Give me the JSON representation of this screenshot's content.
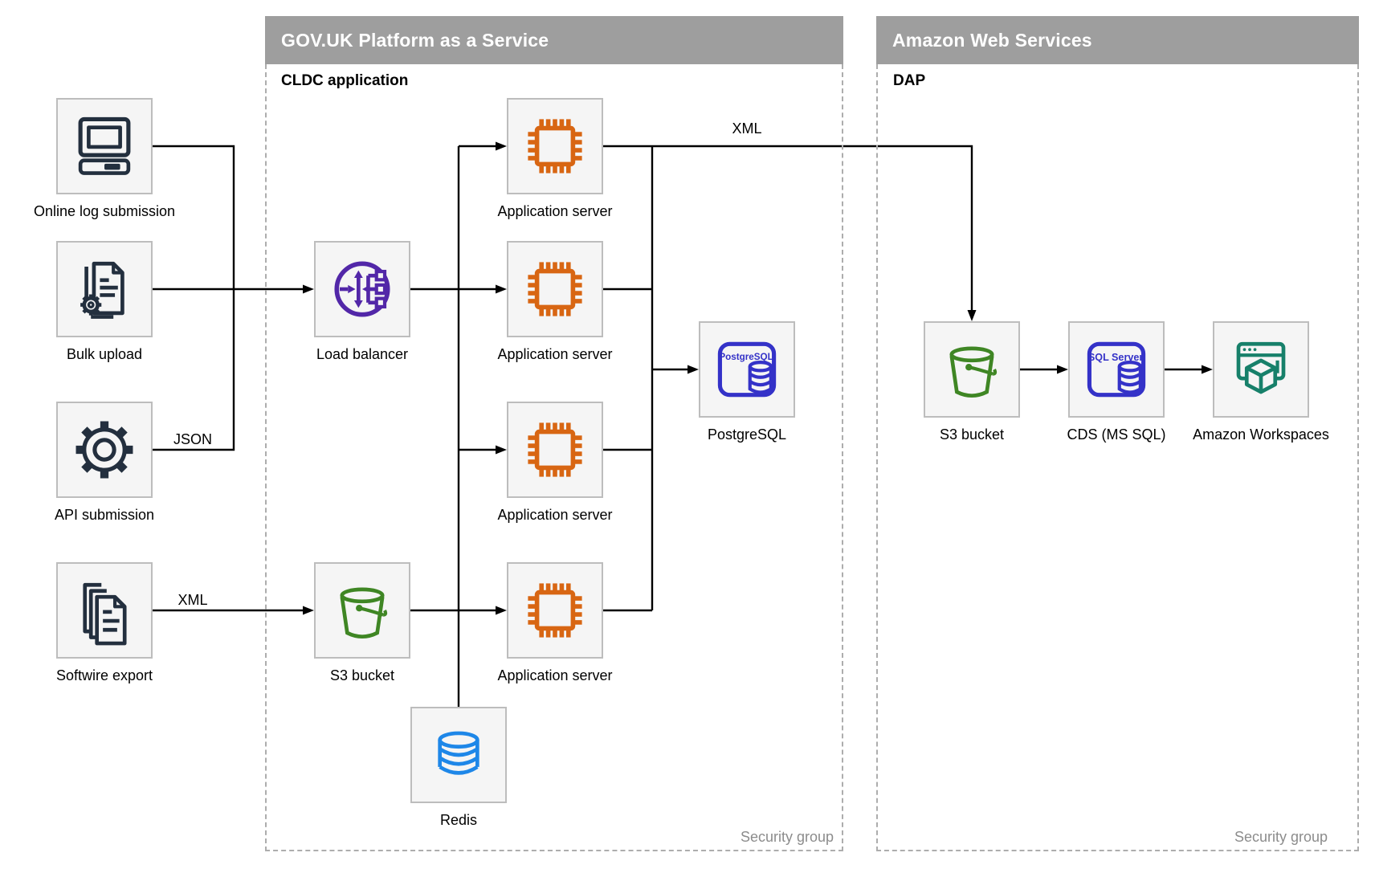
{
  "containers": {
    "govuk": {
      "title": "GOV.UK Platform as a Service",
      "sublabel": "CLDC application",
      "security_label": "Security group"
    },
    "aws": {
      "title": "Amazon Web Services",
      "sublabel": "DAP",
      "security_label": "Security group"
    }
  },
  "nodes": {
    "online_log": {
      "label": "Online log submission",
      "icon": "computer"
    },
    "bulk_upload": {
      "label": "Bulk upload",
      "icon": "document-gear"
    },
    "api_submission": {
      "label": "API submission",
      "icon": "gear"
    },
    "softwire_export": {
      "label": "Softwire export",
      "icon": "document-stack"
    },
    "load_balancer": {
      "label": "Load balancer",
      "icon": "load-balancer"
    },
    "s3_bucket_paas": {
      "label": "S3 bucket",
      "icon": "bucket"
    },
    "redis": {
      "label": "Redis",
      "icon": "database-cylinder"
    },
    "app_server_1": {
      "label": "Application server",
      "icon": "chip"
    },
    "app_server_2": {
      "label": "Application server",
      "icon": "chip"
    },
    "app_server_3": {
      "label": "Application server",
      "icon": "chip"
    },
    "app_server_4": {
      "label": "Application server",
      "icon": "chip"
    },
    "postgresql": {
      "label": "PostgreSQL",
      "icon": "database-badge",
      "icon_text": "PostgreSQL"
    },
    "s3_bucket_aws": {
      "label": "S3 bucket",
      "icon": "bucket"
    },
    "cds": {
      "label": "CDS (MS SQL)",
      "icon": "database-badge",
      "icon_text": "SQL Server"
    },
    "workspaces": {
      "label": "Amazon Workspaces",
      "icon": "browser-cube"
    }
  },
  "edge_labels": {
    "json": "JSON",
    "xml_softwire": "XML",
    "xml_top": "XML"
  },
  "colors": {
    "header_gray": "#9E9E9E",
    "dash_gray": "#ADADAD",
    "box_bg": "#F5F5F5",
    "box_border": "#BDBDBD",
    "line": "#000000",
    "muted_gray": "#8C8C8C",
    "navy": "#232F3E",
    "purple": "#5227A8",
    "orange": "#D86613",
    "green": "#3F8624",
    "db_blue": "#3432C8",
    "redis_blue": "#1E87E8",
    "teal": "#17806A"
  }
}
